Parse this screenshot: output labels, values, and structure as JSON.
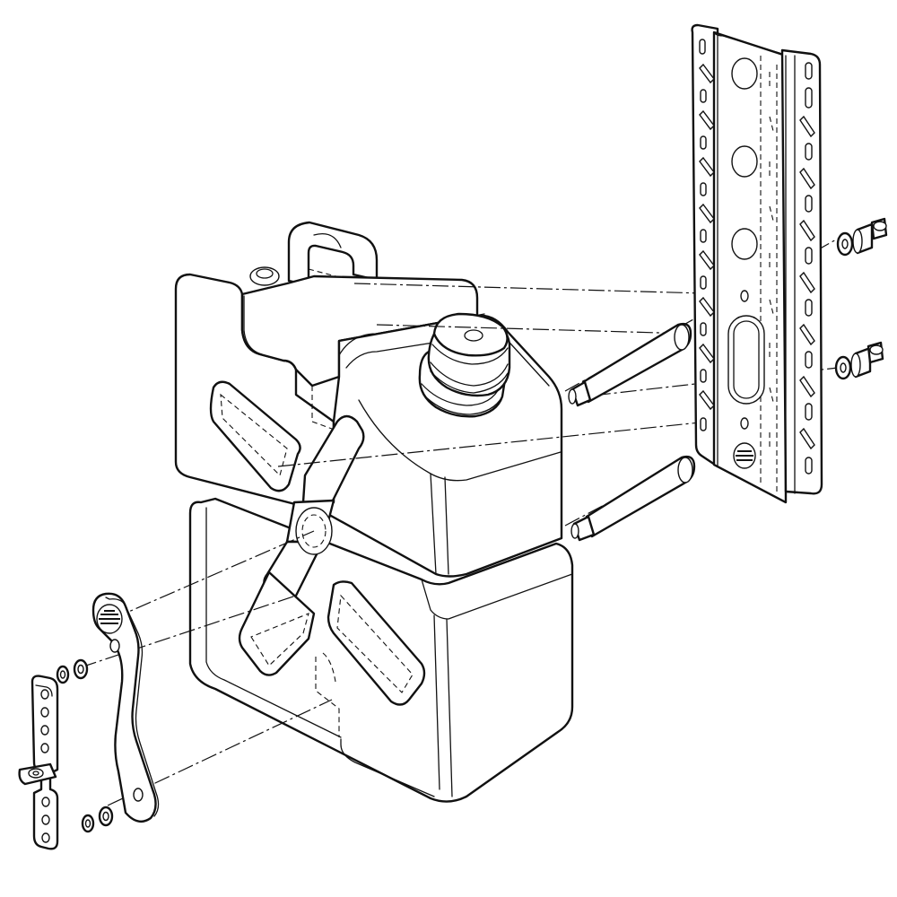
{
  "drawing": {
    "style": "line-art",
    "colors": {
      "line": "#111111",
      "background": "#ffffff"
    },
    "parts": [
      "jerry-can",
      "cap",
      "mounting-rail",
      "standoff-pins",
      "bolts",
      "washers",
      "lever-bracket",
      "hinge-plate"
    ]
  }
}
